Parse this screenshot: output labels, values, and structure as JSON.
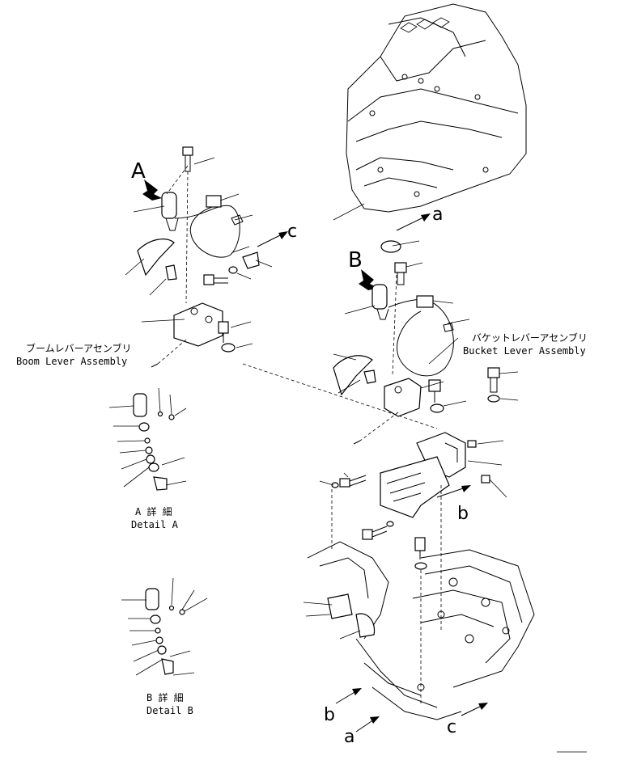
{
  "labels": {
    "view_a": "A",
    "view_b": "B",
    "ref_a_top": "a",
    "ref_c_top": "c",
    "ref_b_mid": "b",
    "ref_b_bottom": "b",
    "ref_a_bottom": "a",
    "ref_c_bottom": "c",
    "boom_jp": "ブームレバーアセンブリ",
    "boom_en": "Boom Lever Assembly",
    "bucket_jp": "バケットレバーアセンブリ",
    "bucket_en": "Bucket Lever Assembly",
    "detail_a_jp": "A 詳 細",
    "detail_a_en": "Detail A",
    "detail_b_jp": "B 詳 細",
    "detail_b_en": "Detail B"
  }
}
